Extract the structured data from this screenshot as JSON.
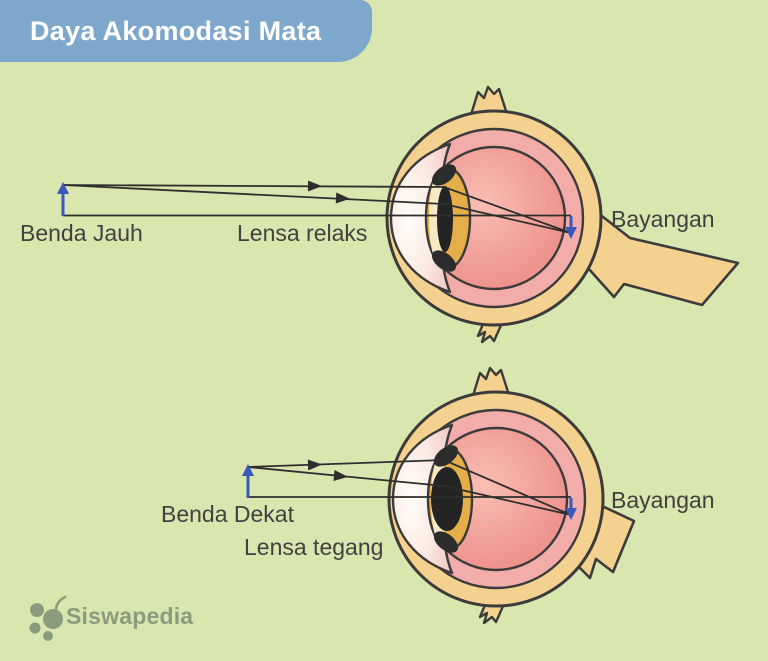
{
  "title": "Daya Akomodasi Mata",
  "diagram_far": {
    "object_label": "Benda Jauh",
    "lens_label": "Lensa relaks",
    "image_label": "Bayangan"
  },
  "diagram_near": {
    "object_label": "Benda Dekat",
    "lens_label": "Lensa tegang",
    "image_label": "Bayangan"
  },
  "footer": {
    "brand": "Siswapedia"
  },
  "colors": {
    "background": "#d9e6ad",
    "banner_blue": "#7da7cb",
    "sclera_tan": "#f5d190",
    "choroid_pink": "#f2adaa",
    "vitreous_pink": "#f2a29b",
    "iris_gold": "#e5ae48",
    "lens_black": "#242424",
    "ray_dark": "#2e2e2e",
    "arrow_blue": "#3a57bb",
    "outline": "#3b3b3b",
    "label_text": "#414141",
    "brand_green": "#8b9c7e"
  }
}
